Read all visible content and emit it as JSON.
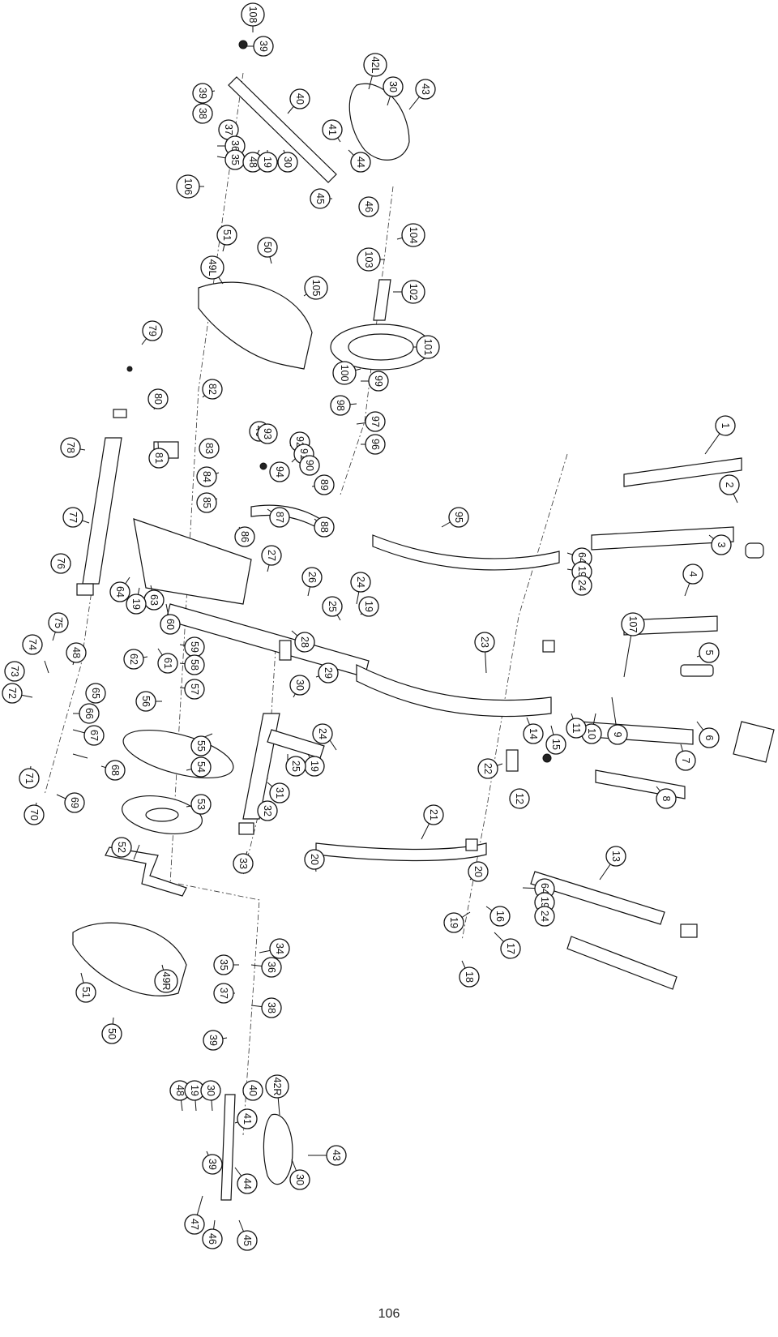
{
  "page": {
    "number": "106"
  },
  "diagram": {
    "labels": [
      "1",
      "2",
      "3",
      "4",
      "5",
      "6",
      "7",
      "8",
      "9",
      "10",
      "11",
      "12",
      "13",
      "14",
      "15",
      "16",
      "17",
      "18",
      "19",
      "20",
      "21",
      "22",
      "23",
      "24",
      "25",
      "26",
      "27",
      "28",
      "29",
      "30",
      "31",
      "32",
      "33",
      "34",
      "35",
      "36",
      "37",
      "38",
      "39",
      "40",
      "41",
      "42L",
      "42R",
      "43",
      "44",
      "45",
      "46",
      "47",
      "48",
      "49L",
      "49R",
      "50",
      "51",
      "52",
      "53",
      "54",
      "55",
      "56",
      "57",
      "58",
      "59",
      "60",
      "61",
      "62",
      "63",
      "64",
      "65",
      "66",
      "67",
      "68",
      "69",
      "70",
      "71",
      "72",
      "73",
      "74",
      "75",
      "76",
      "77",
      "78",
      "79",
      "80",
      "81",
      "82",
      "83",
      "84",
      "85",
      "86",
      "87",
      "88",
      "89",
      "90",
      "91",
      "92",
      "93",
      "94",
      "95",
      "96",
      "97",
      "98",
      "99",
      "100",
      "101",
      "102",
      "103",
      "104",
      "105",
      "106",
      "107",
      "108"
    ]
  }
}
